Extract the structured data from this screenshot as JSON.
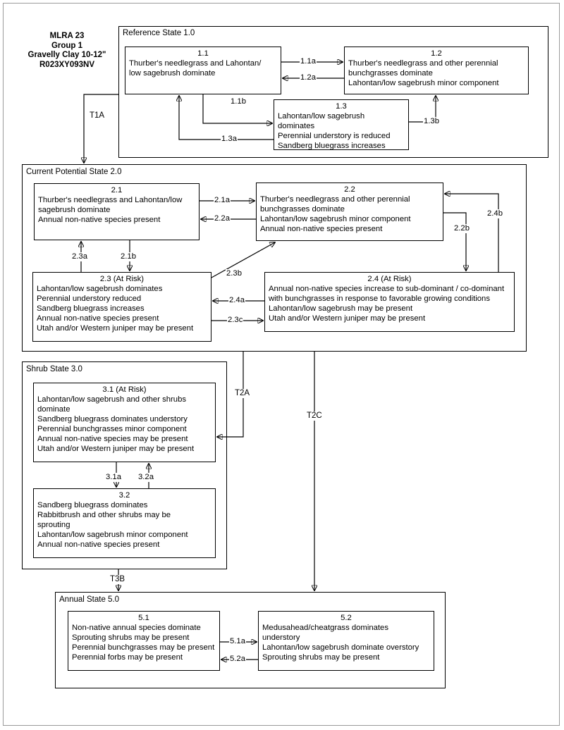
{
  "title_block": {
    "line1": "MLRA 23",
    "line2": "Group 1",
    "line3": "Gravelly Clay 10-12\"",
    "line4": "R023XY093NV"
  },
  "states": [
    {
      "id": "state-1",
      "label": "Reference State 1.0"
    },
    {
      "id": "state-2",
      "label": "Current Potential State 2.0"
    },
    {
      "id": "state-3",
      "label": "Shrub State 3.0"
    },
    {
      "id": "state-5",
      "label": "Annual State 5.0"
    }
  ],
  "communities": [
    {
      "id": "1.1",
      "num": "1.1",
      "lines": [
        "Thurber's needlegrass and Lahontan/",
        "low sagebrush dominate"
      ]
    },
    {
      "id": "1.2",
      "num": "1.2",
      "lines": [
        "Thurber's needlegrass and other perennial",
        "bunchgrasses dominate",
        "Lahontan/low sagebrush minor component"
      ]
    },
    {
      "id": "1.3",
      "num": "1.3",
      "lines": [
        "Lahontan/low sagebrush",
        "dominates",
        "Perennial understory is reduced",
        "Sandberg bluegrass increases"
      ]
    },
    {
      "id": "2.1",
      "num": "2.1",
      "lines": [
        "Thurber's needlegrass and Lahontan/low",
        "sagebrush dominate",
        "Annual non-native species present"
      ]
    },
    {
      "id": "2.2",
      "num": "2.2",
      "lines": [
        "Thurber's needlegrass and other perennial",
        "bunchgrasses dominate",
        "Lahontan/low sagebrush minor component",
        "Annual non-native species present"
      ]
    },
    {
      "id": "2.3",
      "num": "2.3 (At Risk)",
      "lines": [
        "Lahontan/low sagebrush dominates",
        "Perennial understory reduced",
        "Sandberg bluegrass increases",
        "Annual non-native species present",
        "Utah and/or Western juniper may be present"
      ]
    },
    {
      "id": "2.4",
      "num": "2.4 (At Risk)",
      "lines": [
        "Annual non-native species increase to sub-dominant / co-dominant",
        "with bunchgrasses in response to favorable growing conditions",
        "Lahontan/low sagebrush may be present",
        "Utah and/or Western juniper may be present"
      ]
    },
    {
      "id": "3.1",
      "num": "3.1 (At Risk)",
      "lines": [
        "Lahontan/low sagebrush and other shrubs",
        "dominate",
        "Sandberg bluegrass dominates understory",
        "Perennial bunchgrasses minor component",
        "Annual non-native species may be present",
        "Utah and/or Western juniper may be present"
      ]
    },
    {
      "id": "3.2",
      "num": "3.2",
      "lines": [
        "Sandberg bluegrass dominates",
        "Rabbitbrush and other shrubs may be",
        "sprouting",
        "Lahontan/low sagebrush minor component",
        "Annual non-native species present"
      ]
    },
    {
      "id": "5.1",
      "num": "5.1",
      "lines": [
        "Non-native annual species dominate",
        "Sprouting shrubs may be present",
        "Perennial bunchgrasses may be present",
        "Perennial forbs may be present"
      ]
    },
    {
      "id": "5.2",
      "num": "5.2",
      "lines": [
        "Medusahead/cheatgrass dominates",
        "understory",
        "Lahontan/low sagebrush dominate overstory",
        "Sprouting shrubs may be present"
      ]
    }
  ],
  "pathways": [
    {
      "id": "p-1-1a",
      "label": "1.1a"
    },
    {
      "id": "p-1-2a",
      "label": "1.2a"
    },
    {
      "id": "p-1-1b",
      "label": "1.1b"
    },
    {
      "id": "p-1-3a",
      "label": "1.3a"
    },
    {
      "id": "p-1-3b",
      "label": "1.3b"
    },
    {
      "id": "p-2-1a",
      "label": "2.1a"
    },
    {
      "id": "p-2-2a",
      "label": "2.2a"
    },
    {
      "id": "p-2-3a",
      "label": "2.3a"
    },
    {
      "id": "p-2-1b",
      "label": "2.1b"
    },
    {
      "id": "p-2-3b",
      "label": "2.3b"
    },
    {
      "id": "p-2-4a",
      "label": "2.4a"
    },
    {
      "id": "p-2-3c",
      "label": "2.3c"
    },
    {
      "id": "p-2-2b",
      "label": "2.2b"
    },
    {
      "id": "p-2-4b",
      "label": "2.4b"
    },
    {
      "id": "p-3-1a",
      "label": "3.1a"
    },
    {
      "id": "p-3-2a",
      "label": "3.2a"
    },
    {
      "id": "p-5-1a",
      "label": "5.1a"
    },
    {
      "id": "p-5-2a",
      "label": "5.2a"
    }
  ],
  "transitions": [
    {
      "id": "t-1a",
      "label": "T1A"
    },
    {
      "id": "t-2a",
      "label": "T2A"
    },
    {
      "id": "t-2c",
      "label": "T2C"
    },
    {
      "id": "t-3b",
      "label": "T3B"
    }
  ]
}
